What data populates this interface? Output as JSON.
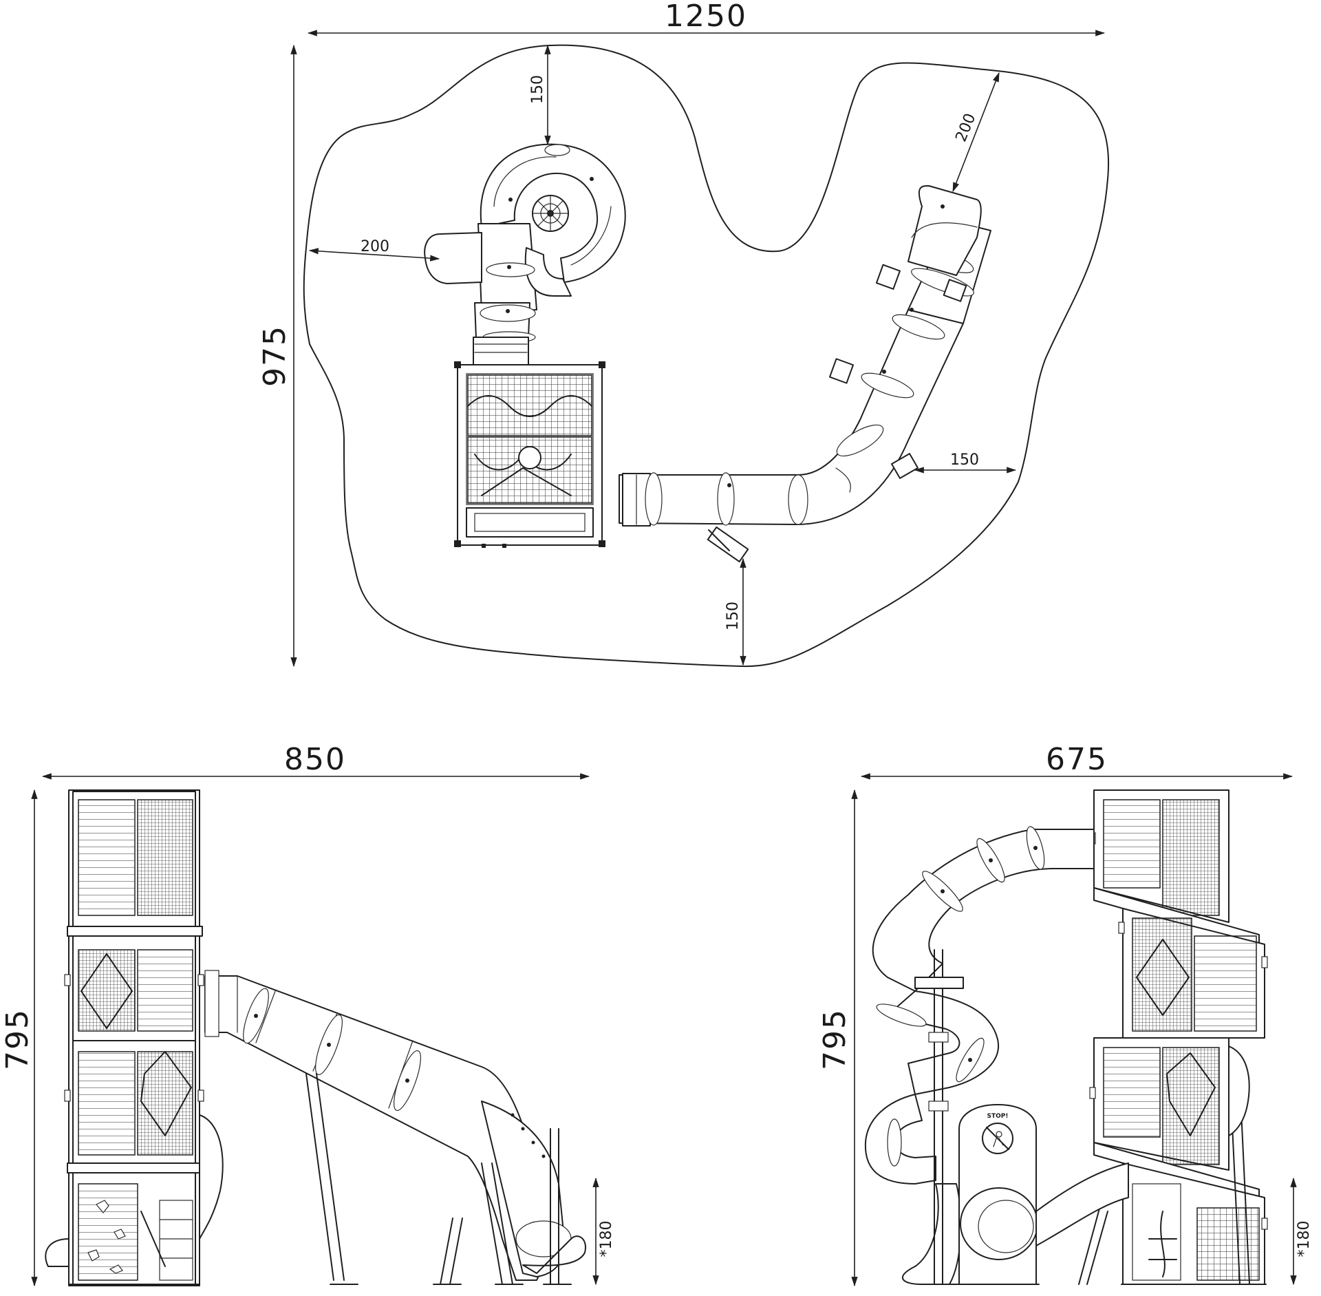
{
  "plan_view": {
    "overall_width": "1250",
    "overall_depth": "975",
    "clearance_top": "150",
    "clearance_left": "200",
    "clearance_upper_right": "200",
    "clearance_right": "150",
    "clearance_bottom": "150"
  },
  "side_elevation": {
    "width": "850",
    "height": "795",
    "exit_height": "*180"
  },
  "front_elevation": {
    "width": "675",
    "height": "795",
    "exit_height": "*180",
    "sign_text": "STOP!"
  }
}
